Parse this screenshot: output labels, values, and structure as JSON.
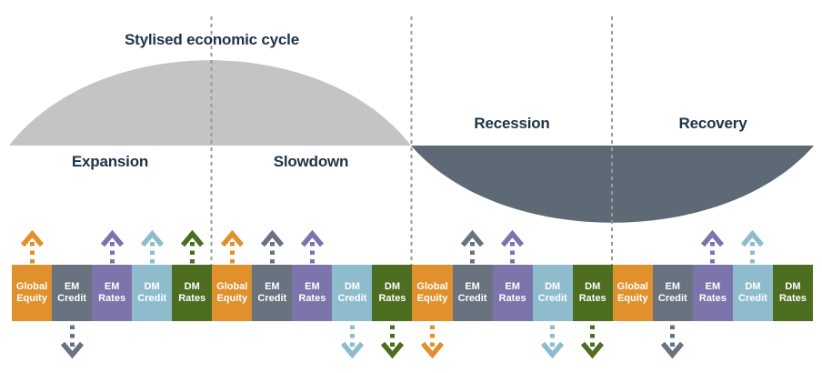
{
  "title": "Stylised economic cycle",
  "colors": {
    "expansion_fill": "#c3c4c6",
    "recession_fill": "#5d6a75",
    "text": "#1e3348",
    "dashed_line": "#9a9a9a"
  },
  "asset_types": [
    {
      "id": "global-equity",
      "label": "Global Equity",
      "color": "#e0912d"
    },
    {
      "id": "em-credit",
      "label": "EM Credit",
      "color": "#68737f"
    },
    {
      "id": "em-rates",
      "label": "EM Rates",
      "color": "#7b75ac"
    },
    {
      "id": "dm-credit",
      "label": "DM Credit",
      "color": "#8fbccd"
    },
    {
      "id": "dm-rates",
      "label": "DM Rates",
      "color": "#4d6d20"
    }
  ],
  "phases": [
    {
      "name": "Expansion",
      "arrows": [
        "up",
        "down",
        "up",
        "up",
        "up"
      ]
    },
    {
      "name": "Slowdown",
      "arrows": [
        "up",
        "up",
        "up",
        "down",
        "down"
      ]
    },
    {
      "name": "Recession",
      "arrows": [
        "down",
        "up",
        "up",
        "down",
        "down"
      ]
    },
    {
      "name": "Recovery",
      "arrows": [
        "none",
        "down",
        "up",
        "up",
        "none"
      ]
    }
  ]
}
